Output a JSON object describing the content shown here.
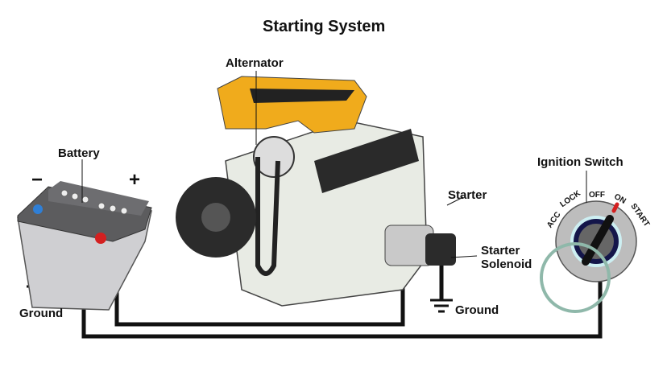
{
  "title": "Starting System",
  "labels": {
    "alternator": "Alternator",
    "battery": "Battery",
    "negative": "−",
    "positive": "+",
    "battery_ground": "Ground",
    "starter": "Starter",
    "starter_solenoid_line1": "Starter",
    "starter_solenoid_line2": "Solenoid",
    "starter_ground": "Ground",
    "ignition_switch": "Ignition Switch"
  },
  "switch_positions": [
    "ACC",
    "LOCK",
    "OFF",
    "ON",
    "START"
  ],
  "colors": {
    "engine_cover": "#f0ab1c",
    "wire": "#111111",
    "positive_terminal": "#d42020",
    "negative_terminal": "#2f7fd6"
  }
}
